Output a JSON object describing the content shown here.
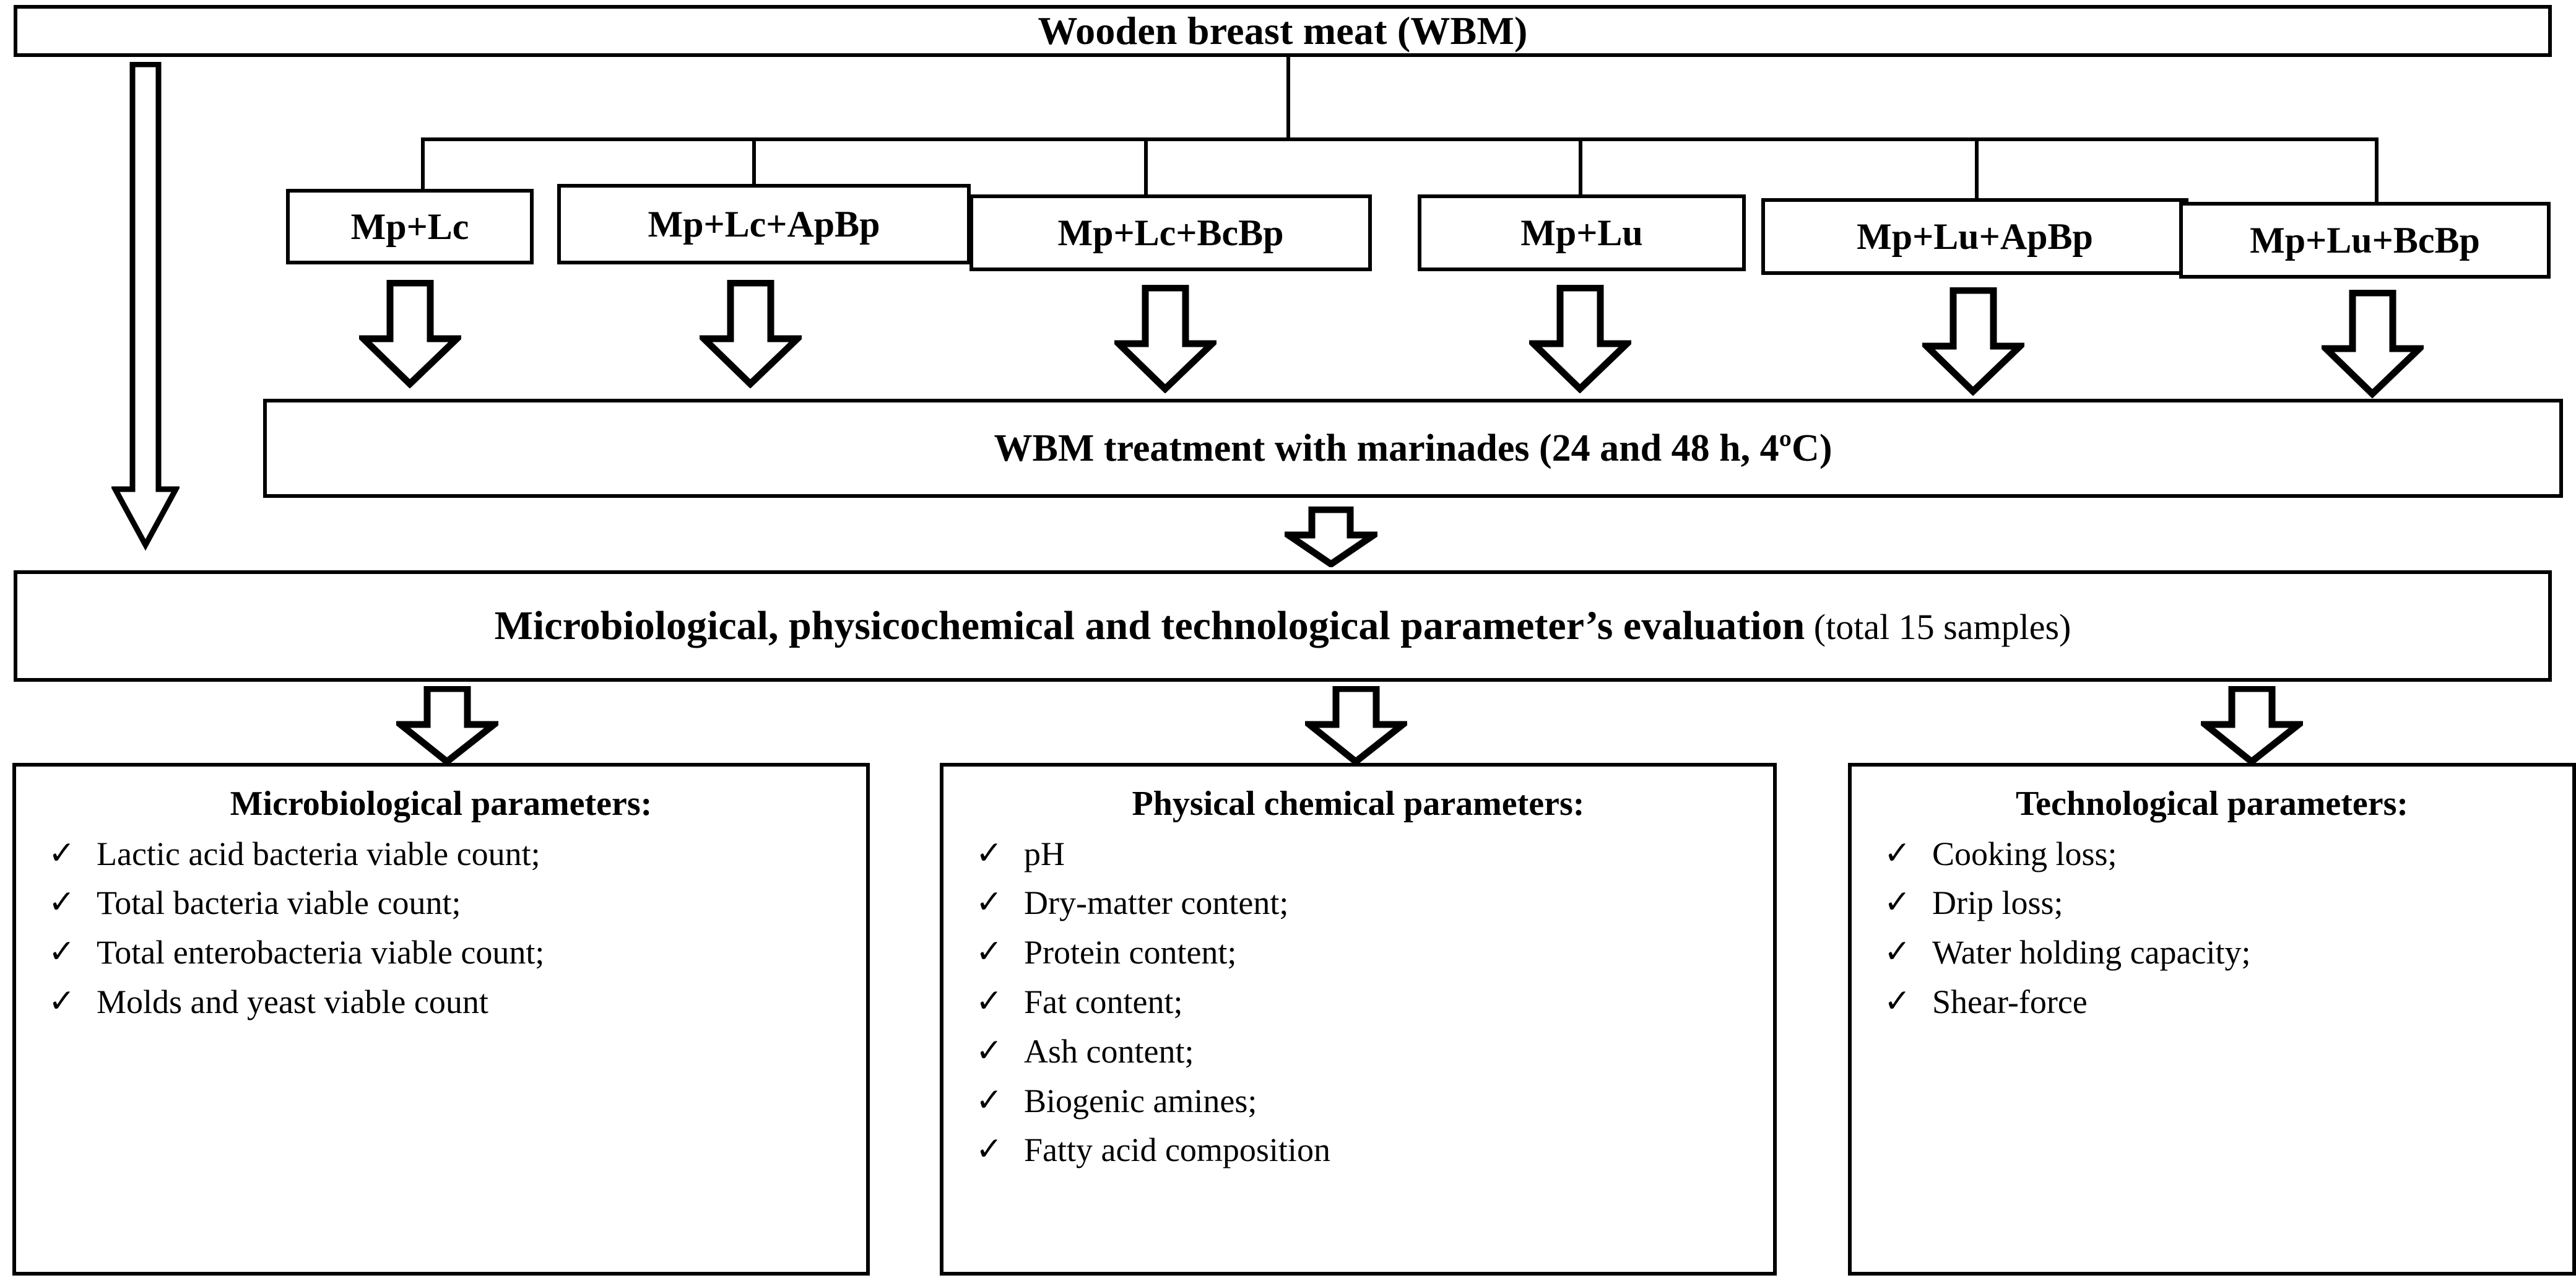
{
  "diagram": {
    "title_text": "Wooden breast meat (WBM)",
    "root": {
      "label": "Wooden breast meat (WBM)"
    },
    "treatments": [
      {
        "label": "Mp+Lc"
      },
      {
        "label": "Mp+Lc+ApBp"
      },
      {
        "label": "Mp+Lc+BcBp"
      },
      {
        "label": "Mp+Lu"
      },
      {
        "label": "Mp+Lu+ApBp"
      },
      {
        "label": "Mp+Lu+BcBp"
      }
    ],
    "marinade_step": {
      "label": "WBM treatment with marinades (24 and 48 h, 4ºC)"
    },
    "evaluation_step": {
      "label_bold": "Microbiological, physicochemical and technological parameter’s evaluation",
      "label_regular": " (total 15 samples)"
    },
    "panels": [
      {
        "title": "Microbiological parameters:",
        "check_glyph": "✓",
        "items": [
          "Lactic acid bacteria viable count;",
          "Total bacteria viable count;",
          "Total enterobacteria viable count;",
          "Molds and yeast viable count"
        ]
      },
      {
        "title": "Physical chemical parameters:",
        "check_glyph": "✓",
        "items": [
          "pH",
          "Dry-matter content;",
          "Protein content;",
          "Fat content;",
          "Ash content;",
          "Biogenic amines;",
          "Fatty acid composition"
        ]
      },
      {
        "title": "Technological parameters:",
        "check_glyph": "✓",
        "items": [
          "Cooking loss;",
          "Drip loss;",
          "Water holding capacity;",
          "Shear-force"
        ]
      }
    ],
    "colors": {
      "stroke": "#000000",
      "background": "#ffffff"
    }
  }
}
